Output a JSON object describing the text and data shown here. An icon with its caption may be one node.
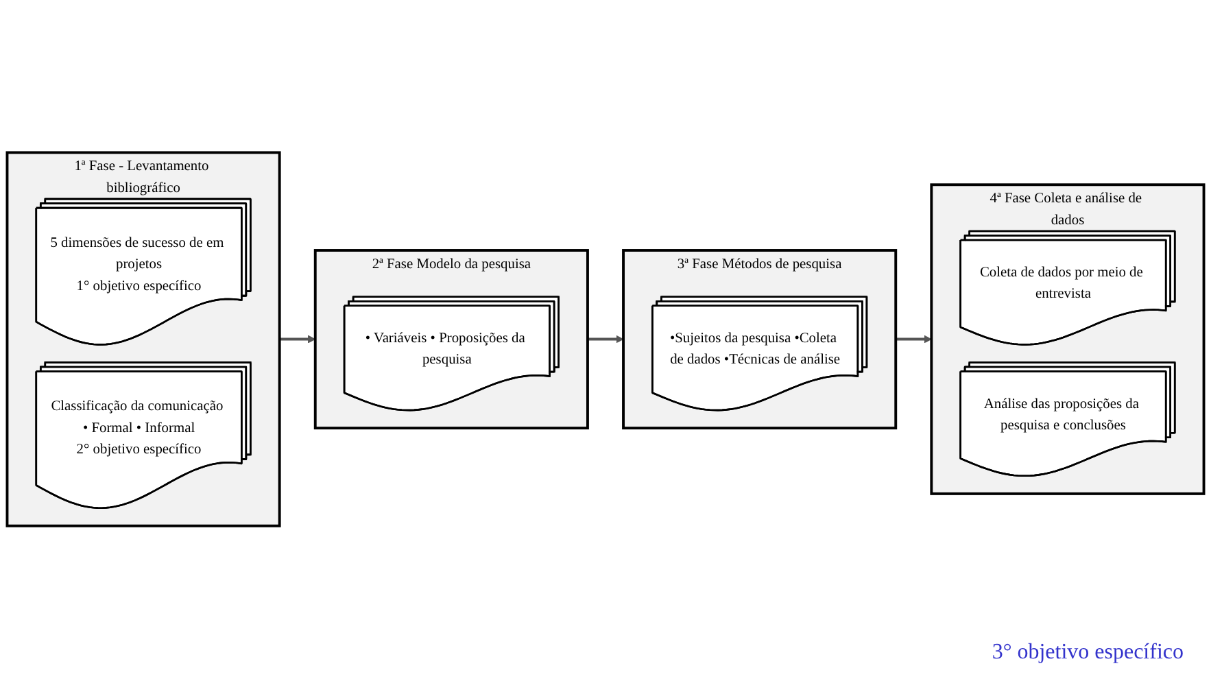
{
  "diagram": {
    "nodes": [
      {
        "text": [
          "1ª Fase - Levantamento bibliográfico"
        ]
      },
      {
        "text": [
          "5 dimensões de sucesso de em projetos",
          "1° objetivo específico"
        ],
        "in": 0
      },
      {
        "text": [
          "Classificação da comunicação • Formal • Informal",
          "2° objetivo específico"
        ],
        "in": 0
      },
      {
        "text": [
          "2ª Fase Modelo da pesquisa"
        ]
      },
      {
        "text": [
          "• Variáveis • Proposições da pesquisa"
        ],
        "in": 3
      },
      {
        "text": [
          "3ª Fase Métodos de pesquisa"
        ]
      },
      {
        "text": [
          "•Sujeitos da pesquisa •Coleta de dados •Técnicas de análise"
        ],
        "in": 5
      },
      {
        "text": [
          "4ª Fase Coleta e análise de dados"
        ]
      },
      {
        "text": [
          "Coleta de dados por meio de entrevista"
        ],
        "in": 7
      },
      {
        "text": [
          "Análise das proposições da pesquisa e conclusões"
        ],
        "in": 7
      }
    ],
    "edges": [
      {
        "from": 0,
        "to": 3,
        "arrow": "to"
      },
      {
        "from": 3,
        "to": 5,
        "arrow": "to"
      },
      {
        "from": 5,
        "to": 7,
        "arrow": "to"
      }
    ],
    "labels": [
      "3° objetivo específico"
    ]
  }
}
